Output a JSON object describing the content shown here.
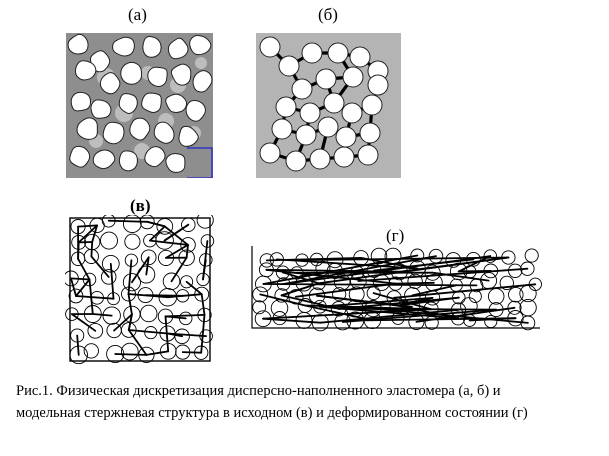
{
  "panels": {
    "a": "(а)",
    "b": "(б)",
    "v": "(в)",
    "g": "(г)"
  },
  "caption": {
    "line1": "Рис.1. Физическая дискретизация дисперсно-наполненного эластомера (а, б) и",
    "line2": "модельная стержневая структура в исходном (в) и деформированном состоянии (г)"
  }
}
